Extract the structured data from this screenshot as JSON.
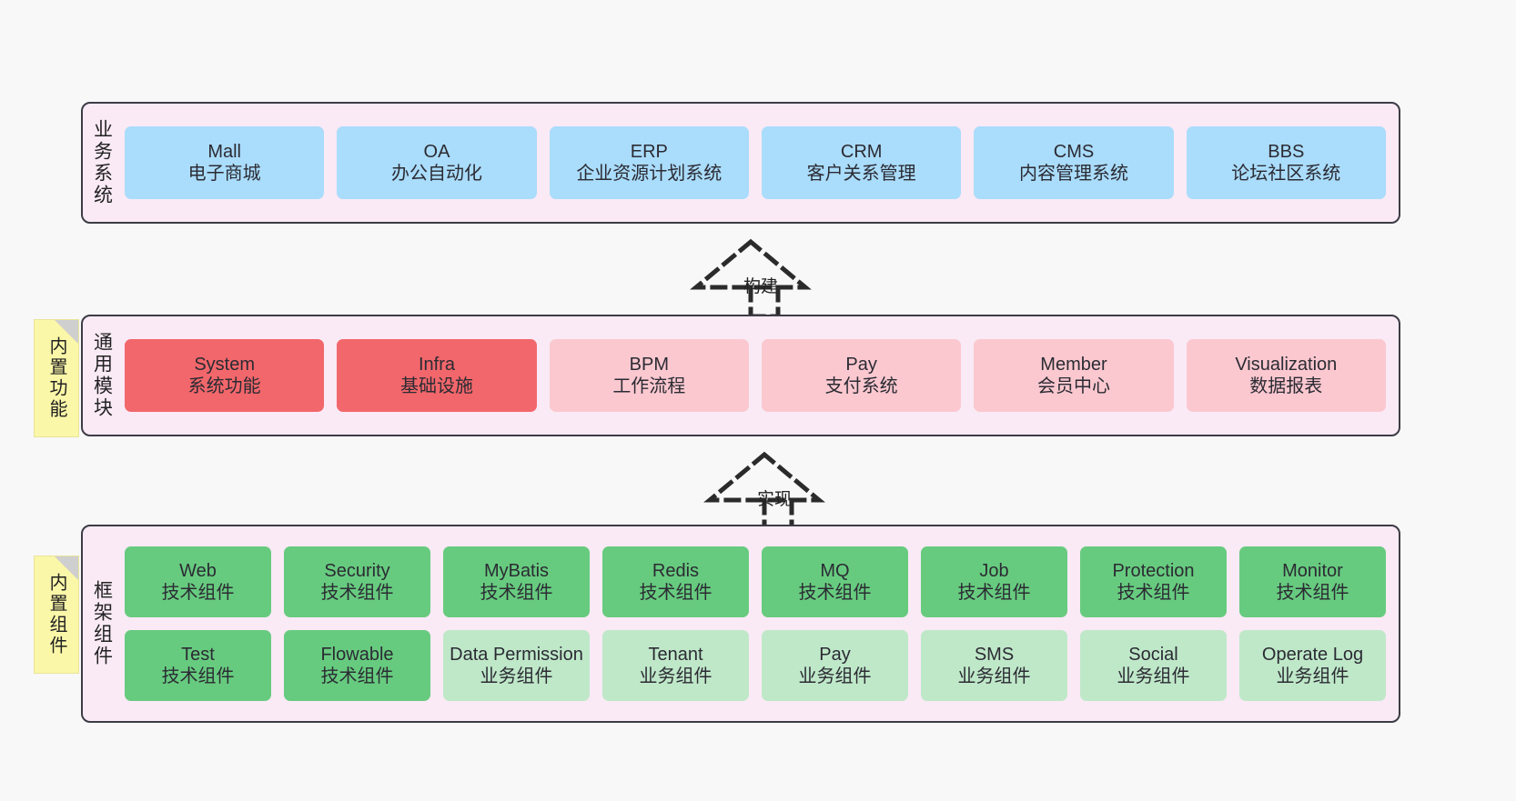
{
  "diagram": {
    "title_business": "业务系统",
    "title_modules": "通用模块",
    "title_framework": "框架组件",
    "sticky_functions": "内置功能",
    "sticky_components": "内置组件",
    "connector_build": "构建",
    "connector_implement": "实现"
  },
  "colors": {
    "panel_bg": "#f9eaf5",
    "panel_border": "#3c3c46",
    "blue": "#aadcfb",
    "red": "#f2676b",
    "pink": "#fbc8d0",
    "green": "#67cb7f",
    "light_green": "#bfe8c9",
    "sticky": "#fbf7a8",
    "canvas": "#f8f8f8"
  },
  "business_systems": [
    {
      "name": "Mall",
      "desc": "电子商城"
    },
    {
      "name": "OA",
      "desc": "办公自动化"
    },
    {
      "name": "ERP",
      "desc": "企业资源计划系统"
    },
    {
      "name": "CRM",
      "desc": "客户关系管理"
    },
    {
      "name": "CMS",
      "desc": "内容管理系统"
    },
    {
      "name": "BBS",
      "desc": "论坛社区系统"
    }
  ],
  "general_modules": [
    {
      "name": "System",
      "desc": "系统功能"
    },
    {
      "name": "Infra",
      "desc": "基础设施"
    },
    {
      "name": "BPM",
      "desc": "工作流程"
    },
    {
      "name": "Pay",
      "desc": "支付系统"
    },
    {
      "name": "Member",
      "desc": "会员中心"
    },
    {
      "name": "Visualization",
      "desc": "数据报表"
    }
  ],
  "framework_row1": [
    {
      "name": "Web",
      "desc": "技术组件"
    },
    {
      "name": "Security",
      "desc": "技术组件"
    },
    {
      "name": "MyBatis",
      "desc": "技术组件"
    },
    {
      "name": "Redis",
      "desc": "技术组件"
    },
    {
      "name": "MQ",
      "desc": "技术组件"
    },
    {
      "name": "Job",
      "desc": "技术组件"
    },
    {
      "name": "Protection",
      "desc": "技术组件"
    },
    {
      "name": "Monitor",
      "desc": "技术组件"
    }
  ],
  "framework_row2": [
    {
      "name": "Test",
      "desc": "技术组件"
    },
    {
      "name": "Flowable",
      "desc": "技术组件"
    },
    {
      "name": "Data Permission",
      "desc": "业务组件"
    },
    {
      "name": "Tenant",
      "desc": "业务组件"
    },
    {
      "name": "Pay",
      "desc": "业务组件"
    },
    {
      "name": "SMS",
      "desc": "业务组件"
    },
    {
      "name": "Social",
      "desc": "业务组件"
    },
    {
      "name": "Operate Log",
      "desc": "业务组件"
    }
  ]
}
